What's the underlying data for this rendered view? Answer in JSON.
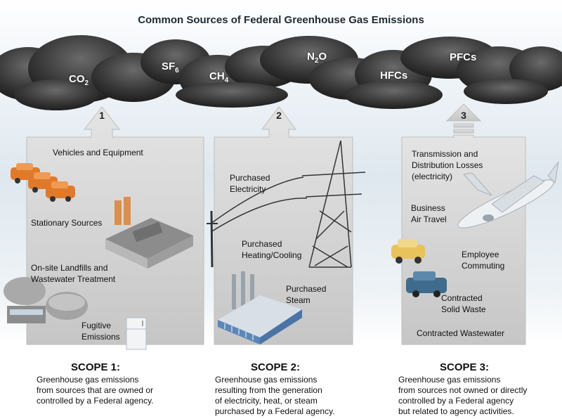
{
  "title": "Common Sources of Federal Greenhouse Gas Emissions",
  "gases": {
    "co2": {
      "base": "CO",
      "sub": "2"
    },
    "sf6": {
      "base": "SF",
      "sub": "6"
    },
    "ch4": {
      "base": "CH",
      "sub": "4"
    },
    "n2o": {
      "base": "N",
      "sub": "2",
      "suffix": "O"
    },
    "hfcs": "HFCs",
    "pfcs": "PFCs"
  },
  "scope1": {
    "number": "1",
    "sources": [
      "Vehicles and Equipment",
      "Stationary Sources",
      "On-site Landfills and",
      "Wastewater Treatment",
      "Fugitive",
      "Emissions"
    ],
    "title": "SCOPE 1:",
    "desc": [
      "Greenhouse gas emissions",
      "from sources that are owned or",
      "controlled by a Federal agency."
    ]
  },
  "scope2": {
    "number": "2",
    "sources": [
      "Purchased",
      "Electricity",
      "Purchased",
      "Heating/Cooling",
      "Purchased",
      "Steam"
    ],
    "title": "SCOPE 2:",
    "desc": [
      "Greenhouse gas emissions",
      "resulting from the generation",
      "of electricity, heat, or steam",
      "purchased by a Federal agency."
    ]
  },
  "scope3": {
    "number": "3",
    "sources": [
      "Transmission and",
      "Distribution Losses",
      "(electricity)",
      "Business",
      "Air Travel",
      "Employee",
      "Commuting",
      "Contracted",
      "Solid Waste",
      "Contracted Wastewater"
    ],
    "title": "SCOPE 3:",
    "desc": [
      "Greenhouse gas emissions",
      "from sources not owned or directly",
      "controlled by a Federal agency",
      "but related to agency activities."
    ]
  },
  "colors": {
    "cloud": "#3c3c3c",
    "panel": "#c9c9c9",
    "vehicle_orange": "#e07a2a",
    "vehicle_yellow": "#e8c25a",
    "vehicle_blue": "#3f6b8c",
    "factory_blue": "#5b86b8"
  }
}
